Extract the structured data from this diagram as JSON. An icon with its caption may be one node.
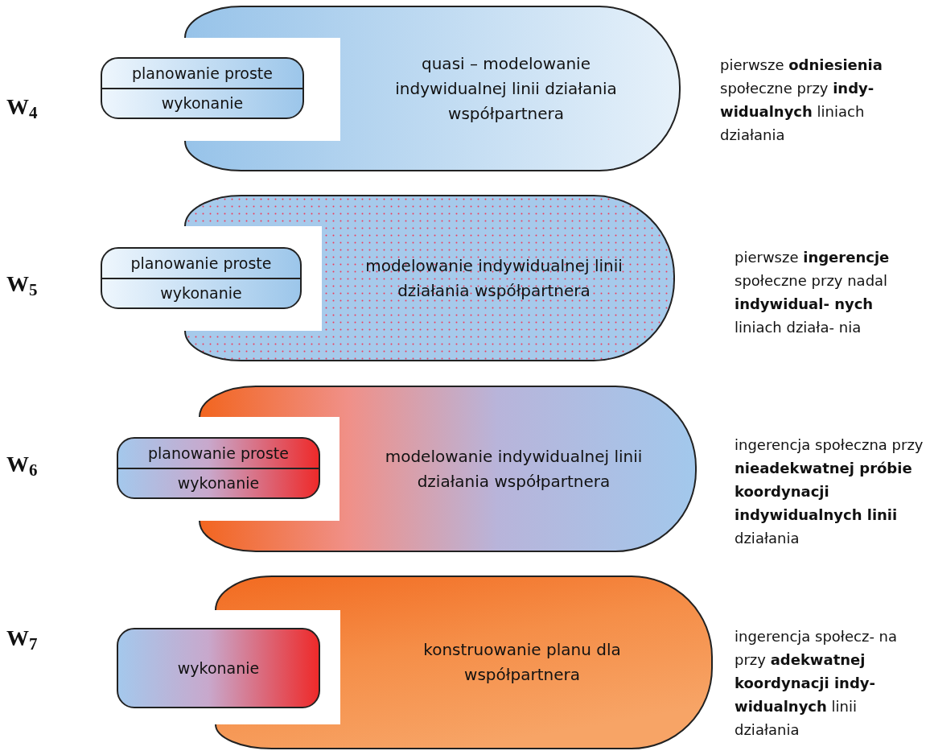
{
  "diagram": {
    "nodes": [
      {
        "text": [
          "planowanie proste",
          "wykonanie"
        ]
      },
      {
        "text": [
          "quasi – modelowanie indywidualnej linii działania współpartnera"
        ]
      },
      {
        "text": [
          "planowanie proste",
          "wykonanie"
        ]
      },
      {
        "text": [
          "modelowanie indywidualnej linii działania współpartnera"
        ]
      },
      {
        "text": [
          "planowanie proste",
          "wykonanie"
        ]
      },
      {
        "text": [
          "modelowanie indywidualnej linii działania współpartnera"
        ]
      },
      {
        "text": [
          "wykonanie"
        ]
      },
      {
        "text": [
          "konstruowanie planu dla współpartnera"
        ]
      }
    ],
    "labels": [
      "W$_{4}$",
      "pierwsze **odniesienia** społeczne przy **indy- widualnych** liniach działania",
      "W$_{5}$",
      "pierwsze **ingerencje** społeczne przy nadal **indywidual- nych** liniach działa- nia",
      "W$_{6}$",
      "ingerencja społeczna przy **nieadekwatnej próbie koordynacji indywidualnych linii** działania",
      "W$_{7}$",
      "ingerencja społecz- na przy **adekwatnej koordynacji indy- widualnych** linii działania"
    ]
  }
}
